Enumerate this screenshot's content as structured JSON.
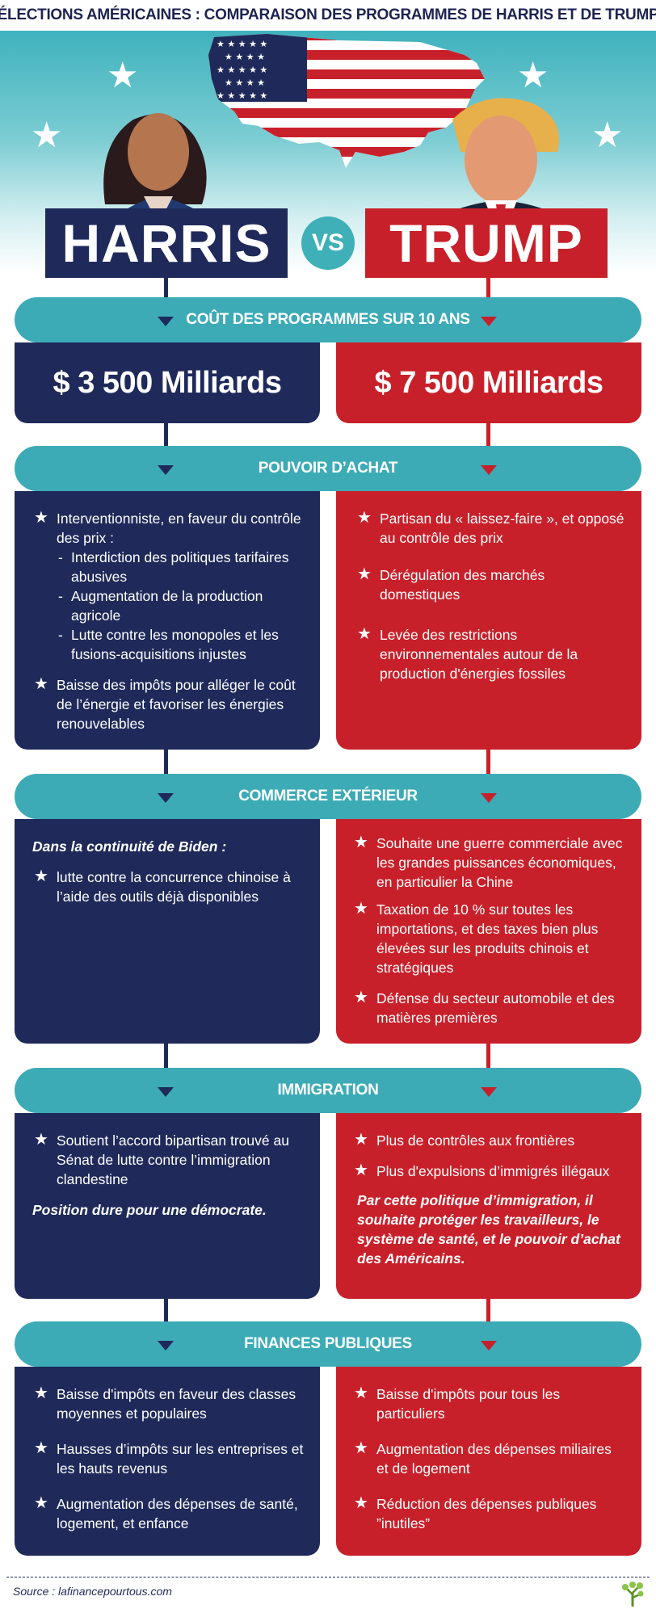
{
  "title": "ÉLECTIONS AMÉRICAINES : COMPARAISON DES PROGRAMMES DE HARRIS ET DE TRUMP",
  "candidates": {
    "left": "HARRIS",
    "vs": "VS",
    "right": "TRUMP"
  },
  "colors": {
    "harris": "#1f2a5a",
    "trump": "#c8202a",
    "teal": "#3cabb6"
  },
  "sections": [
    {
      "header": "COÛT DES PROGRAMMES SUR 10 ANS",
      "left_cost": "$ 3 500 Milliards",
      "right_cost": "$ 7 500 Milliards"
    },
    {
      "header": "POUVOIR D’ACHAT",
      "left": {
        "item1": "Interventionniste, en faveur du contrôle des prix :",
        "sub": [
          "Interdiction des politiques tarifaires abusives",
          "Augmentation de la production agricole",
          "Lutte contre les monopoles et les fusions-acquisitions injustes"
        ],
        "item2": "Baisse des impôts pour alléger le coût de l’énergie et favoriser les énergies renouvelables"
      },
      "right": [
        "Partisan du « laissez-faire », et opposé au contrôle des prix",
        "Dérégulation des marchés domestiques",
        "Levée des restrictions environnementales autour de la production d'énergies fossiles"
      ]
    },
    {
      "header": "COMMERCE EXTÉRIEUR",
      "left": {
        "note": "Dans la continuité de Biden :",
        "item1": "lutte contre la concurrence chinoise à l’aide des outils déjà disponibles"
      },
      "right": [
        "Souhaite une guerre commerciale avec les grandes puissances économiques, en particulier la Chine",
        "Taxation de 10 % sur toutes les importations, et des taxes bien plus élevées sur les produits chinois et stratégiques",
        "Défense du secteur automobile et des matières premières"
      ]
    },
    {
      "header": "IMMIGRATION",
      "left": {
        "item1": "Soutient l’accord bipartisan trouvé au Sénat de lutte contre l’immigration clandestine",
        "note": "Position dure pour une démocrate."
      },
      "right": {
        "item1": "Plus de contrôles aux frontières",
        "item2": "Plus d'expulsions d’immigrés illégaux",
        "note": "Par cette politique d’immigration, il souhaite protéger les travailleurs, le système de santé, et le pouvoir d’achat des Américains."
      }
    },
    {
      "header": "FINANCES PUBLIQUES",
      "left": [
        "Baisse d'impôts en faveur des classes moyennes et populaires",
        "Hausses d’impôts sur les entreprises et les hauts revenus",
        "Augmentation des dépenses de santé, logement, et enfance"
      ],
      "right": [
        "Baisse d'impôts pour tous les particuliers",
        "Augmentation des dépenses miliaires et de logement",
        "Réduction des dépenses publiques ”inutiles”"
      ]
    }
  ],
  "footer": {
    "source": "Source : lafinancepourtous.com"
  }
}
